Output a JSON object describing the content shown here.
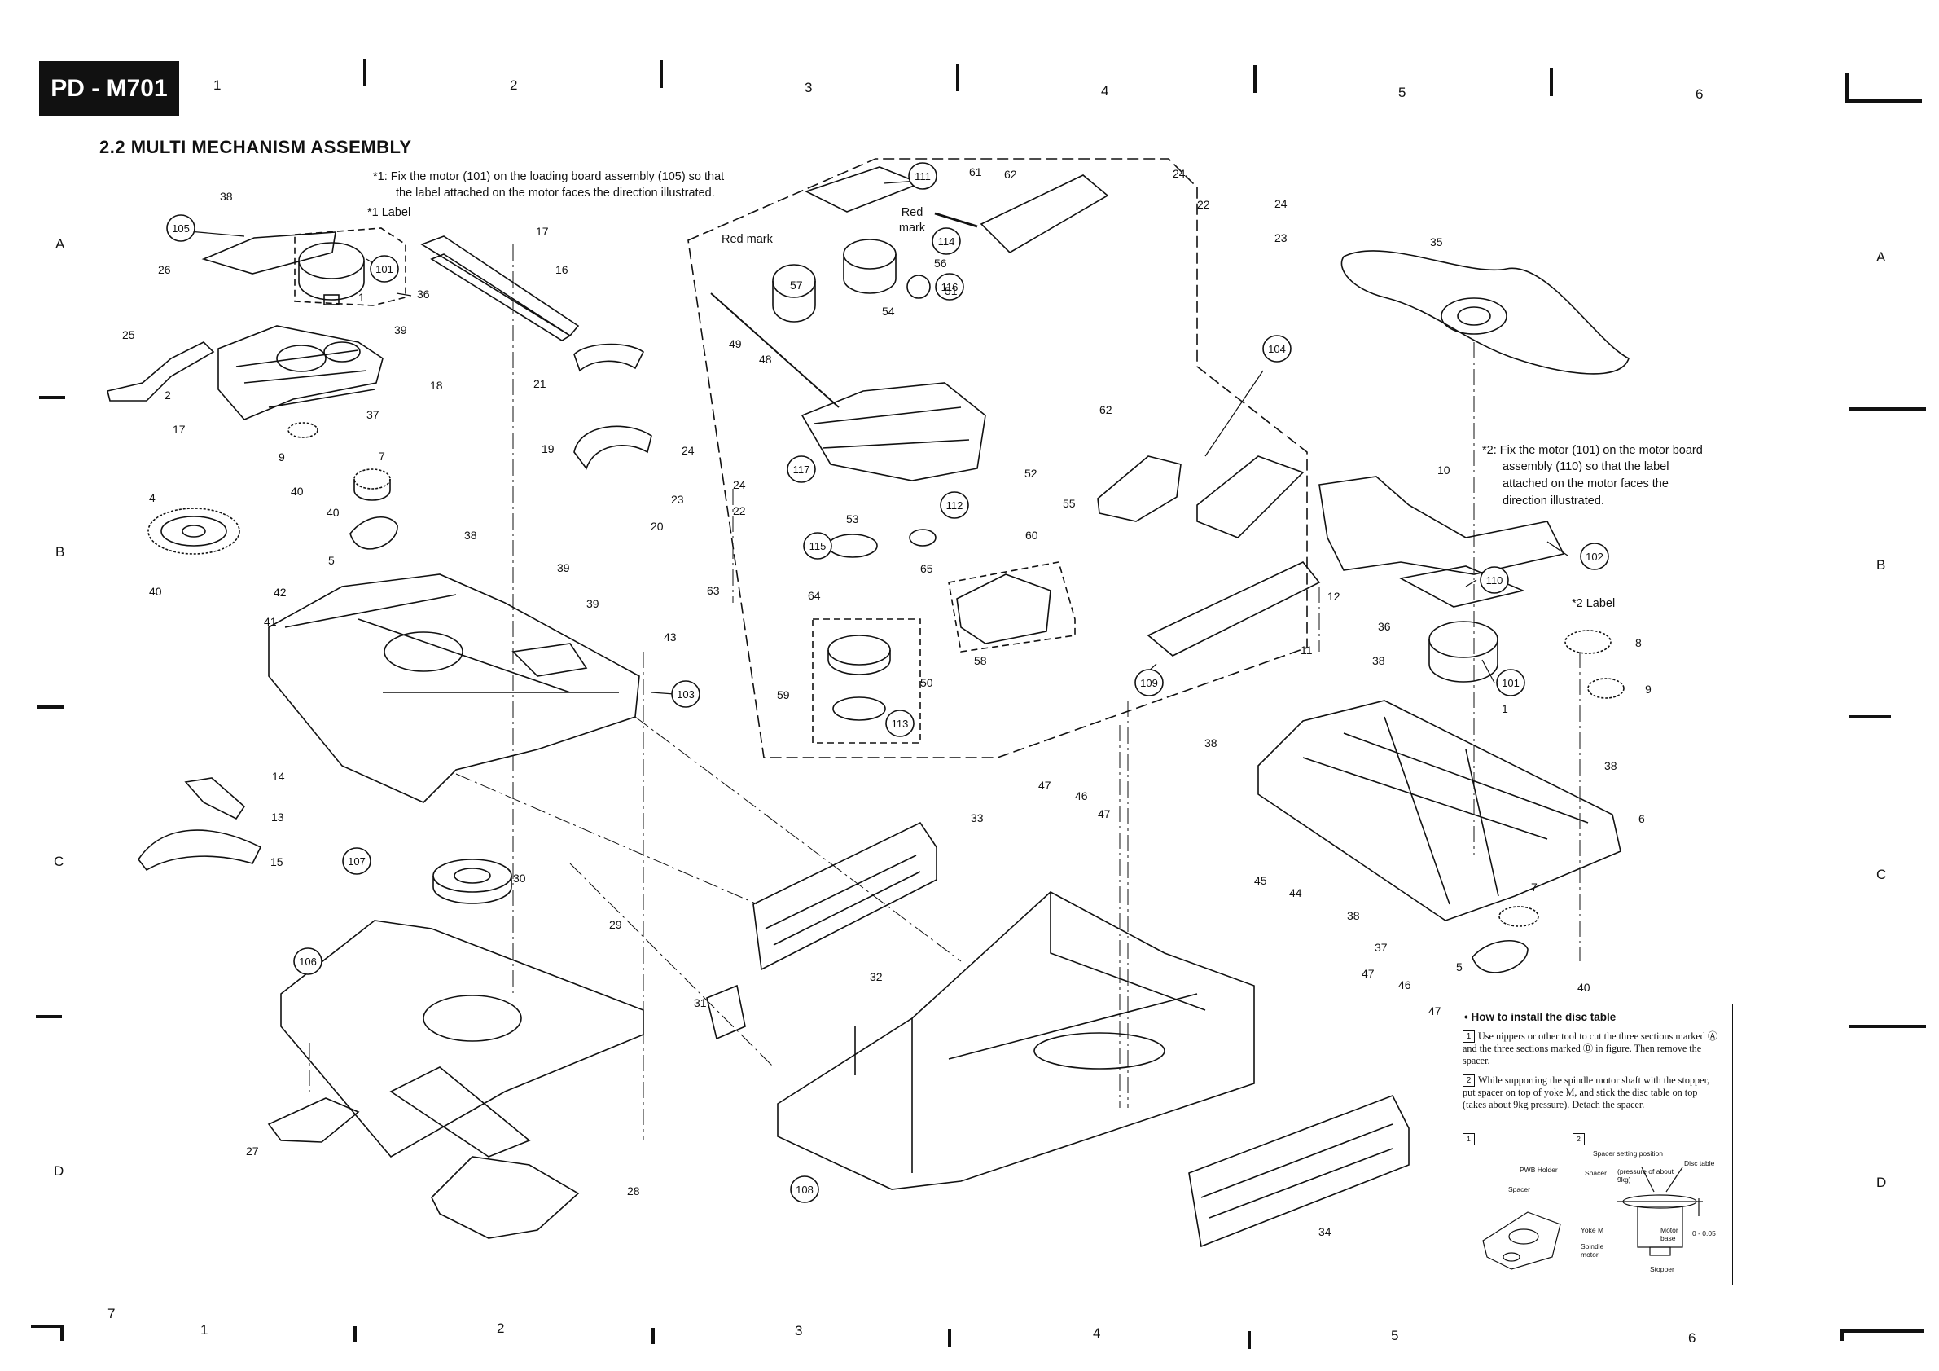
{
  "header": {
    "model": "PD - M701",
    "title": "2.2 MULTI MECHANISM ASSEMBLY"
  },
  "grid": {
    "top_numbers": [
      "1",
      "2",
      "3",
      "4",
      "5",
      "6"
    ],
    "bottom_numbers": [
      "1",
      "2",
      "3",
      "4",
      "5",
      "6"
    ],
    "left_letters": [
      "A",
      "B",
      "C",
      "D"
    ],
    "right_letters": [
      "A",
      "B",
      "C",
      "D"
    ]
  },
  "page_number": "7",
  "notes": {
    "note1_line1": "*1: Fix the motor (101) on the loading board assembly (105) so that",
    "note1_line2": "the label attached on the motor faces the direction illustrated.",
    "label1": "*1 Label",
    "note2_line1": "*2: Fix the motor (101) on the motor board",
    "note2_line2": "assembly (110) so that the label",
    "note2_line3": "attached on the motor faces the",
    "note2_line4": "direction illustrated.",
    "label2": "*2 Label",
    "red_mark_1": "Red mark",
    "red_mark_2": "Red mark"
  },
  "install_box": {
    "heading": "• How to install the disc table",
    "step1_num": "1",
    "step1_text": "Use nippers or other tool to cut the three sections marked Ⓐ and the three sections marked Ⓑ in figure. Then remove the spacer.",
    "step2_num": "2",
    "step2_text": "While supporting the spindle motor shaft with the stopper, put spacer on top of yoke M, and stick the disc table on top (takes about 9kg pressure). Detach the spacer.",
    "fig1_label": "1",
    "fig2_label": "2",
    "fig_labels": [
      "Spacer setting position",
      "Disc table",
      "(pressure of about 9kg)",
      "PWB Holder",
      "Spacer",
      "Spacer",
      "Yoke M",
      "Motor base",
      "Spindle motor",
      "Stopper",
      "0 - 0.05"
    ]
  },
  "circled_parts": [
    "105",
    "101",
    "111",
    "114",
    "116",
    "104",
    "117",
    "112",
    "115",
    "113",
    "103",
    "102",
    "110",
    "109",
    "101",
    "107",
    "106",
    "108"
  ],
  "part_numbers": [
    "38",
    "26",
    "25",
    "2",
    "17",
    "1",
    "36",
    "39",
    "37",
    "18",
    "9",
    "40",
    "7",
    "40",
    "4",
    "40",
    "5",
    "17",
    "16",
    "21",
    "19",
    "20",
    "38",
    "39",
    "39",
    "43",
    "42",
    "41",
    "14",
    "13",
    "15",
    "30",
    "29",
    "27",
    "28",
    "61",
    "62",
    "24",
    "22",
    "24",
    "23",
    "57",
    "56",
    "51",
    "54",
    "49",
    "48",
    "24",
    "23",
    "24",
    "22",
    "63",
    "53",
    "65",
    "64",
    "60",
    "58",
    "50",
    "59",
    "62",
    "52",
    "55",
    "35",
    "10",
    "12",
    "11",
    "36",
    "38",
    "1",
    "8",
    "9",
    "38",
    "38",
    "45",
    "44",
    "38",
    "37",
    "5",
    "40",
    "7",
    "6",
    "47",
    "46",
    "47",
    "33",
    "32",
    "31",
    "34",
    "47",
    "46",
    "47"
  ]
}
